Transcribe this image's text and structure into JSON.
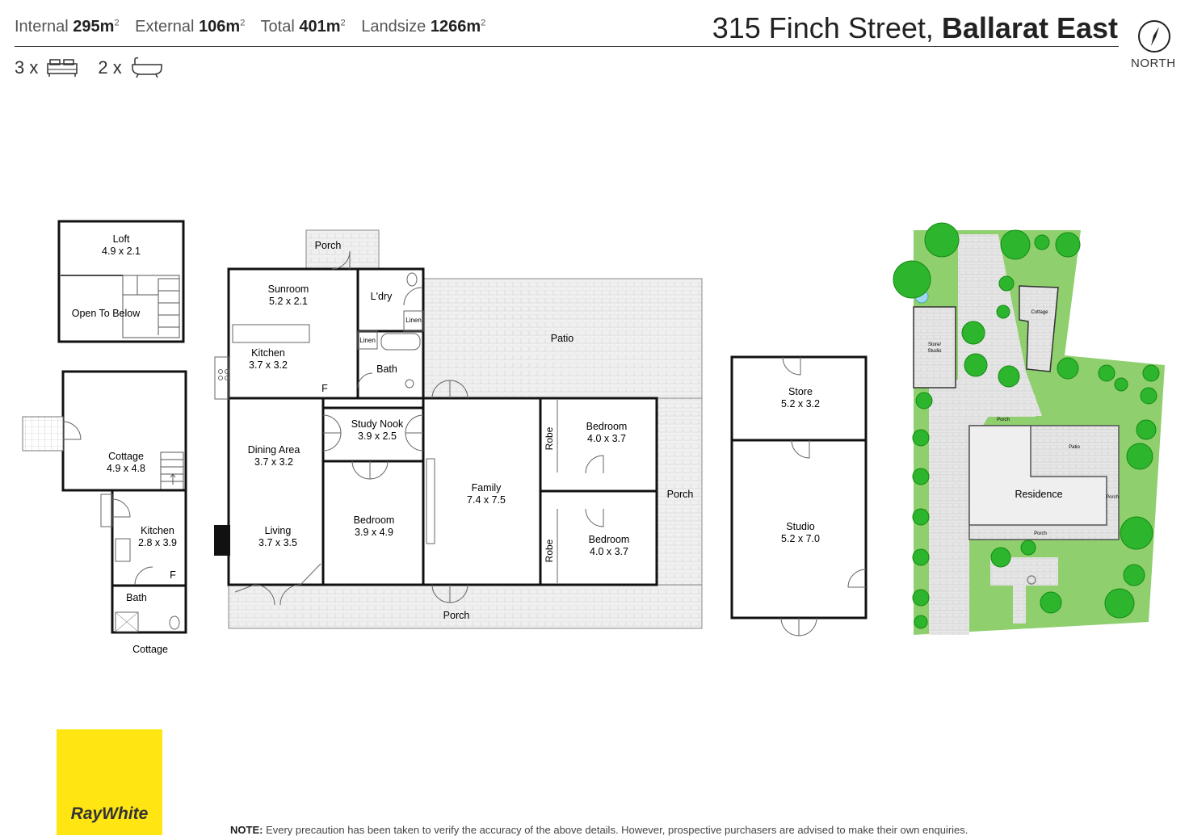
{
  "header": {
    "internal_label": "Internal",
    "internal_value": "295m",
    "external_label": "External",
    "external_value": "106m",
    "total_label": "Total",
    "total_value": "401m",
    "landsize_label": "Landsize",
    "landsize_value": "1266m",
    "area_exponent": "2",
    "beds_count": "3 x",
    "baths_count": "2 x",
    "address_street": "315 Finch Street,",
    "address_suburb": "Ballarat East",
    "north_label": "NORTH"
  },
  "cottage": {
    "loft_name": "Loft",
    "loft_dim": "4.9 x 2.1",
    "open_to_below": "Open To Below",
    "cottage_name": "Cottage",
    "cottage_dim": "4.9 x 4.8",
    "kitchen_name": "Kitchen",
    "kitchen_dim": "2.8 x 3.9",
    "fridge": "F",
    "bath": "Bath",
    "caption": "Cottage"
  },
  "residence": {
    "porch_top": "Porch",
    "sunroom": "Sunroom",
    "sunroom_dim": "5.2 x 2.1",
    "laundry": "L'dry",
    "linen_1": "Linen",
    "linen_2": "Linen",
    "kitchen": "Kitchen",
    "kitchen_dim": "3.7 x 3.2",
    "bath": "Bath",
    "fridge": "F",
    "patio": "Patio",
    "dining": "Dining Area",
    "dining_dim": "3.7 x 3.2",
    "study": "Study Nook",
    "study_dim": "3.9 x 2.5",
    "living": "Living",
    "living_dim": "3.7 x 3.5",
    "bedroom1": "Bedroom",
    "bedroom1_dim": "3.9 x 4.9",
    "family": "Family",
    "family_dim": "7.4 x 7.5",
    "bedroom2": "Bedroom",
    "bedroom2_dim": "4.0 x 3.7",
    "bedroom3": "Bedroom",
    "bedroom3_dim": "4.0 x 3.7",
    "robe1": "Robe",
    "robe2": "Robe",
    "porch_right": "Porch",
    "porch_bottom": "Porch"
  },
  "studio": {
    "store": "Store",
    "store_dim": "5.2 x 3.2",
    "studio": "Studio",
    "studio_dim": "5.2 x 7.0"
  },
  "site": {
    "cottage": "Cottage",
    "store_studio_1": "Store/",
    "store_studio_2": "Studio",
    "porch_1": "Porch",
    "patio": "Patio",
    "residence": "Residence",
    "porch_2": "Porch",
    "porch_3": "Porch"
  },
  "logo": {
    "brand": "RayWhite",
    "color": "#ffe512"
  },
  "note": {
    "label": "NOTE:",
    "text": "Every precaution has been taken to verify the accuracy of the above details. However, prospective purchasers are advised to make their own enquiries."
  },
  "colors": {
    "lawn": "#8fcf6e",
    "tree": "#2db52d",
    "paving": "#e6e6e6",
    "wall": "#111111"
  }
}
